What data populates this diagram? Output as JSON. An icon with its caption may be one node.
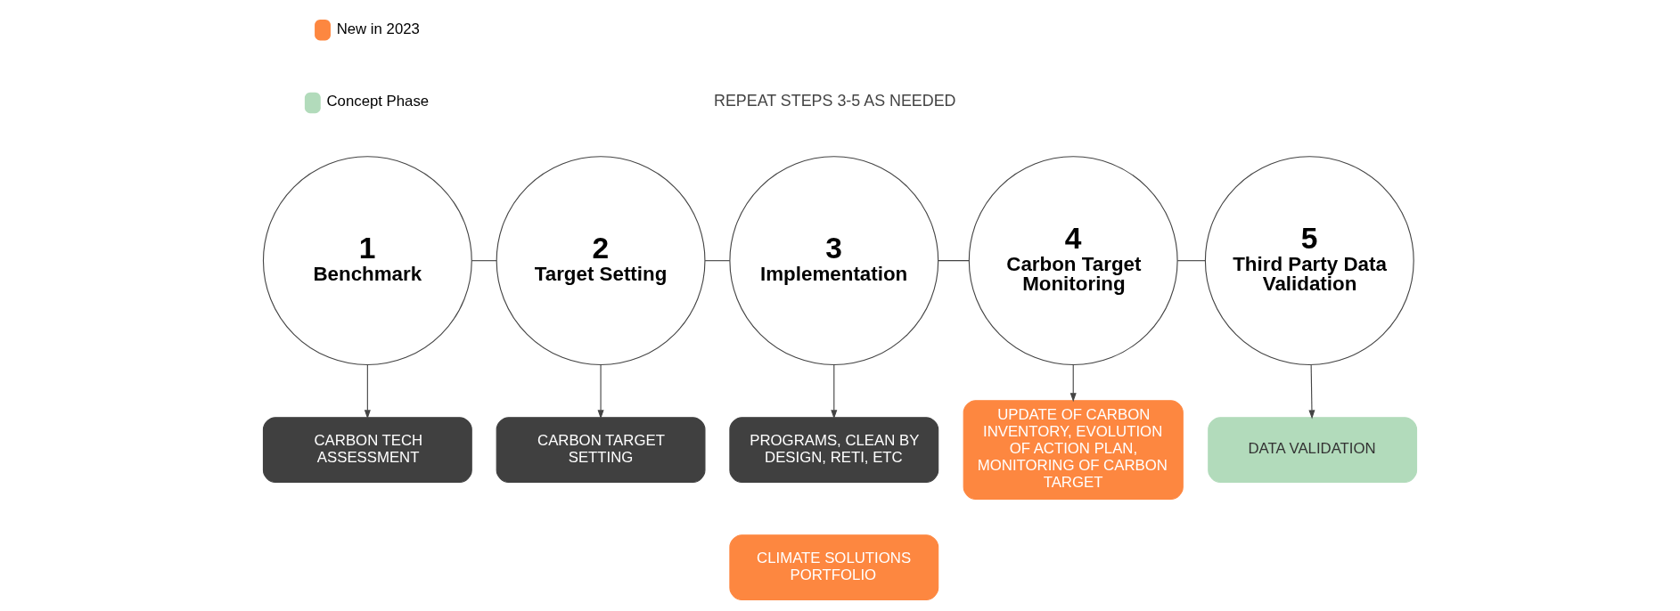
{
  "diagram": {
    "nodes": [
      {
        "text": [
          "1",
          "Benchmark"
        ]
      },
      {
        "text": [
          "2",
          "Target Setting"
        ]
      },
      {
        "text": [
          "3",
          "Implementation"
        ]
      },
      {
        "text": [
          "4",
          "Carbon Target Monitoring"
        ]
      },
      {
        "text": [
          "5",
          "Third Party Data Validation"
        ]
      },
      {
        "text": [
          "CARBON TECH ASSESSMENT"
        ]
      },
      {
        "text": [
          "CARBON TARGET SETTING"
        ]
      },
      {
        "text": [
          "PROGRAMS, CLEAN BY DESIGN, RETI, ETC"
        ]
      },
      {
        "text": [
          "CLIMATE SOLUTIONS PORTFOLIO"
        ]
      },
      {
        "text": [
          "UPDATE OF CARBON INVENTORY, EVOLUTION OF ACTION PLAN, MONITORING OF CARBON TARGET"
        ]
      },
      {
        "text": [
          "DATA VALIDATION"
        ]
      }
    ],
    "edges": [
      {
        "from": 0,
        "to": 1,
        "arrow": "none"
      },
      {
        "from": 1,
        "to": 2,
        "arrow": "none"
      },
      {
        "from": 2,
        "to": 3,
        "arrow": "none"
      },
      {
        "from": 3,
        "to": 4,
        "arrow": "none"
      },
      {
        "from": 0,
        "to": 5,
        "arrow": "to"
      },
      {
        "from": 1,
        "to": 6,
        "arrow": "to"
      },
      {
        "from": 2,
        "to": 7,
        "arrow": "to"
      },
      {
        "from": 3,
        "to": 9,
        "arrow": "to"
      },
      {
        "from": 4,
        "to": 10,
        "arrow": "to"
      }
    ],
    "labels": [
      "REPEAT STEPS 3-5 AS NEEDED"
    ],
    "legend": [
      {
        "text": "New in 2023",
        "color": "#fd8740"
      },
      {
        "text": "Concept Phase",
        "color": "#b2dbbb"
      }
    ]
  }
}
